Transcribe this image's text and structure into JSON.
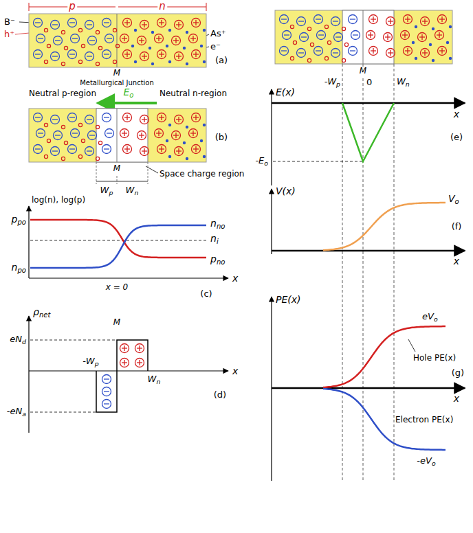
{
  "diagram": {
    "labels": [
      "p",
      "n",
      "B⁻",
      "h⁺",
      "As⁺",
      "e⁻",
      "(a)",
      "M",
      "Metallurgical Junction",
      "Neutral p-region",
      "Eo",
      "Neutral n-region",
      "(b)",
      "M",
      "Wp",
      "Wn",
      "Space charge region",
      "log(n), log(p)",
      "ppo",
      "nno",
      "ni",
      "npo",
      "pno",
      "x = 0",
      "x",
      "(c)",
      "ρnet",
      "M",
      "eNd",
      "-Wp",
      "Wn",
      "-eNa",
      "x",
      "(d)",
      "M",
      "-Wp",
      "0",
      "Wn",
      "E(x)",
      "x",
      "-Eo",
      "(e)",
      "V(x)",
      "Vo",
      "x",
      "(f)",
      "PE(x)",
      "eVo",
      "x",
      "Hole PE(x)",
      "Electron PE(x)",
      "-eVo",
      "(g)"
    ]
  }
}
